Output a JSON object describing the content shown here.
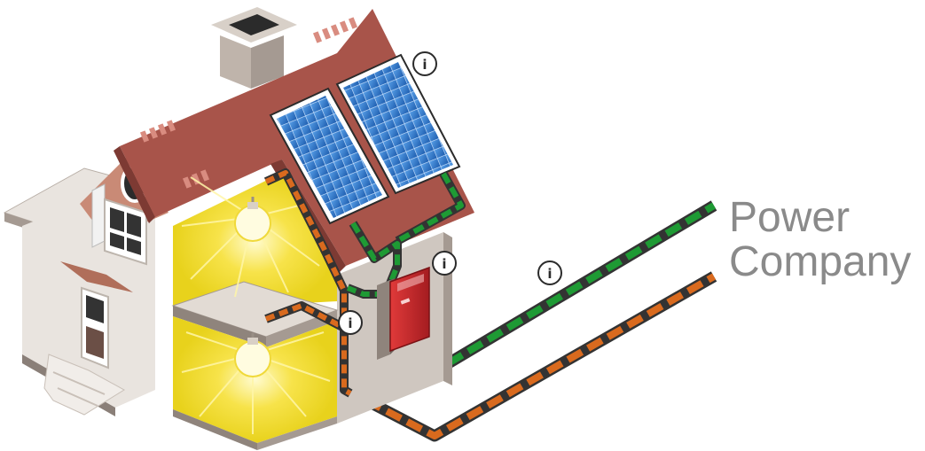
{
  "label": {
    "line1": "Power",
    "line2": "Company"
  },
  "info_glyph": "i",
  "icons": {
    "info": "info-circle-icon",
    "bulb": "light-bulb-icon",
    "solar_panel": "solar-panel-icon",
    "inverter": "inverter-box-icon"
  },
  "colors": {
    "dc_line_green": "#1e9a34",
    "ac_line_orange": "#d96a1e",
    "cable_sheath": "#333333",
    "roof": "#a8544a",
    "roof_shadow": "#7d3a33",
    "wall_light": "#e9e4df",
    "wall_mid": "#cfc7c0",
    "wall_dark": "#a59a92",
    "panel_blue": "#2f74c8",
    "inverter_red": "#c8262a",
    "light_yellow": "#f7e34a",
    "label_gray": "#8a8a8a"
  }
}
